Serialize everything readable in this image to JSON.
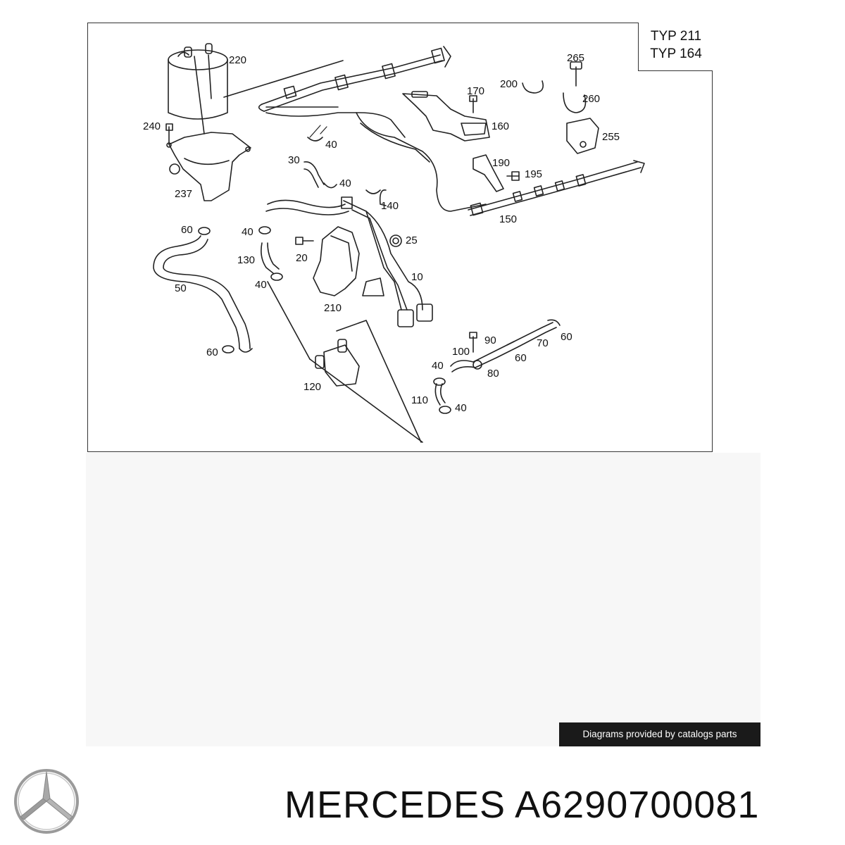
{
  "diagram": {
    "typ_labels": [
      "TYP 211",
      "TYP 164"
    ],
    "callouts": [
      {
        "id": "c220",
        "text": "220"
      },
      {
        "id": "c240",
        "text": "240"
      },
      {
        "id": "c237",
        "text": "237"
      },
      {
        "id": "c60a",
        "text": "60"
      },
      {
        "id": "c50",
        "text": "50"
      },
      {
        "id": "c60b",
        "text": "60"
      },
      {
        "id": "c40a",
        "text": "40"
      },
      {
        "id": "c30",
        "text": "30"
      },
      {
        "id": "c40b",
        "text": "40"
      },
      {
        "id": "c140",
        "text": "140"
      },
      {
        "id": "c40c",
        "text": "40"
      },
      {
        "id": "c130",
        "text": "130"
      },
      {
        "id": "c20",
        "text": "20"
      },
      {
        "id": "c40d",
        "text": "40"
      },
      {
        "id": "c210",
        "text": "210"
      },
      {
        "id": "c25",
        "text": "25"
      },
      {
        "id": "c10",
        "text": "10"
      },
      {
        "id": "c120",
        "text": "120"
      },
      {
        "id": "c170",
        "text": "170"
      },
      {
        "id": "c200",
        "text": "200"
      },
      {
        "id": "c265",
        "text": "265"
      },
      {
        "id": "c260",
        "text": "260"
      },
      {
        "id": "c160",
        "text": "160"
      },
      {
        "id": "c255",
        "text": "255"
      },
      {
        "id": "c190",
        "text": "190"
      },
      {
        "id": "c195",
        "text": "195"
      },
      {
        "id": "c150",
        "text": "150"
      },
      {
        "id": "c90",
        "text": "90"
      },
      {
        "id": "c100",
        "text": "100"
      },
      {
        "id": "c70",
        "text": "70"
      },
      {
        "id": "c60c",
        "text": "60"
      },
      {
        "id": "c60d",
        "text": "60"
      },
      {
        "id": "c40e",
        "text": "40"
      },
      {
        "id": "c80",
        "text": "80"
      },
      {
        "id": "c110",
        "text": "110"
      },
      {
        "id": "c40f",
        "text": "40"
      }
    ]
  },
  "credit_text": "Diagrams provided by catalogs parts",
  "brand": {
    "name": "MERCEDES",
    "part_number": "A6290700081",
    "logo": "mercedes-star-logo"
  },
  "colors": {
    "line": "#222222",
    "credit_bg": "#1a1a1a",
    "credit_text": "#ffffff",
    "logo": "#9a9a9a"
  }
}
